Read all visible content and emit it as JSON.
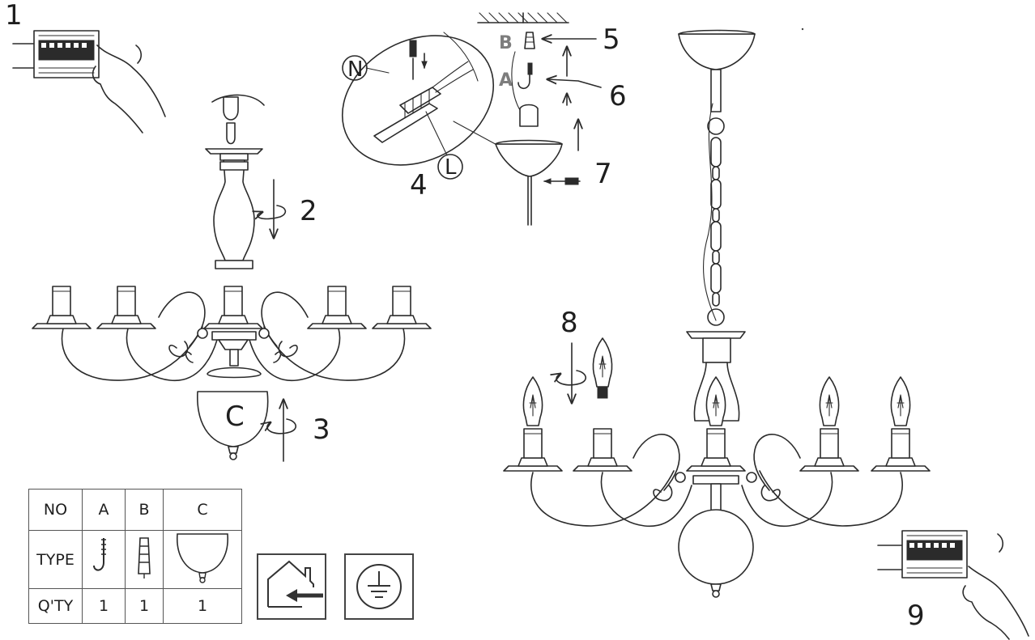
{
  "steps": [
    "1",
    "2",
    "3",
    "4",
    "5",
    "6",
    "7",
    "8",
    "9"
  ],
  "callouts": {
    "glass_shade": "C",
    "neutral": "N",
    "live": "L",
    "part_b": "B",
    "part_a": "A"
  },
  "parts_table": {
    "row_labels": [
      "NO",
      "TYPE",
      "Q'TY"
    ],
    "columns": [
      {
        "no": "A",
        "type_icon": "ceiling-hook-icon",
        "qty": "1"
      },
      {
        "no": "B",
        "type_icon": "wall-plug-icon",
        "qty": "1"
      },
      {
        "no": "C",
        "type_icon": "glass-globe-icon",
        "qty": "1"
      }
    ]
  },
  "symbols": [
    "indoor-use-only-icon",
    "protective-earth-icon"
  ]
}
